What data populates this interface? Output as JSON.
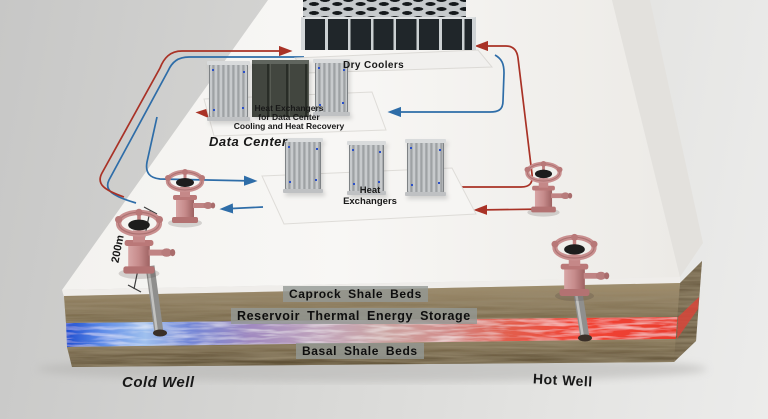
{
  "labels": {
    "dry_coolers": "Dry Coolers",
    "dchx_line1": "Heat Exchangers",
    "dchx_line2": "for Data Center",
    "dchx_line3": "Cooling and Heat Recovery",
    "data_center": "Data Center",
    "hx_line1": "Heat",
    "hx_line2": "Exchangers",
    "caprock": "Caprock Shale Beds",
    "reservoir": "Reservoir Thermal Energy Storage",
    "basal": "Basal Shale Beds",
    "cold_well": "Cold Well",
    "hot_well": "Hot Well",
    "well_spacing": "200m"
  },
  "colors": {
    "hot_pipe": "#a93226",
    "cold_pipe": "#2e6da8",
    "cold_reservoir": "#2350cf",
    "hot_reservoir": "#ef4030",
    "wellhead_pink": "#c98f8f",
    "rock_brown": "#8d7c5e",
    "surface_white": "#f7f6f4"
  }
}
